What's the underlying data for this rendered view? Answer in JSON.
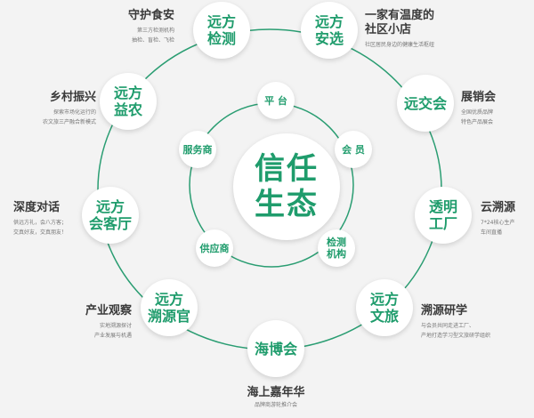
{
  "center": {
    "title": "信任\n生态"
  },
  "inner_nodes": [
    "平 台",
    "会 员",
    "检测\n机构",
    "供应商",
    "服务商"
  ],
  "outer_nodes": [
    {
      "name": "远方\n检测",
      "title": "守护食安",
      "desc": "第三方检测机构\n抽检、盲检、飞检"
    },
    {
      "name": "远方\n安选",
      "title": "一家有温度的\n社区小店",
      "desc": "社区居民身边的健康生活枢纽"
    },
    {
      "name": "远交会",
      "title": "展销会",
      "desc": "全国优质品牌\n特色产品展会"
    },
    {
      "name": "透明\n工厂",
      "title": "云溯源",
      "desc": "7*24核心生产\n车间直播"
    },
    {
      "name": "远方\n文旅",
      "title": "溯源研学",
      "desc": "与会员共同走进工厂、\n产地打造学习型文旅研学组织"
    },
    {
      "name": "海博会",
      "title": "海上嘉年华",
      "desc": "品牌商游轮推介会"
    },
    {
      "name": "远方\n溯源官",
      "title": "产业观察",
      "desc": "实地溯源探讨\n产业发展与机遇"
    },
    {
      "name": "远方\n会客厅",
      "title": "深度对话",
      "desc": "供远方礼，会八方客；\n交真好友，交真朋友！"
    },
    {
      "name": "远方\n益农",
      "title": "乡村振兴",
      "desc": "探索市场化运行的\n农文旅三产融合新模式"
    }
  ],
  "colors": {
    "accent": "#1f9c6c",
    "background": "#f3f3f3"
  }
}
